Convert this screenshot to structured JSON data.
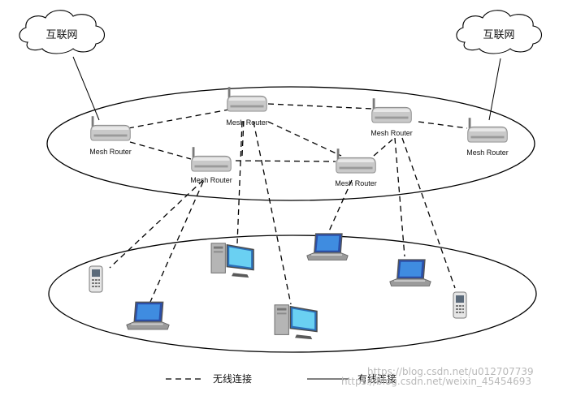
{
  "clouds": [
    {
      "label": "互联网"
    },
    {
      "label": "互联网"
    }
  ],
  "routers": [
    {
      "id": "r_top",
      "label": "Mesh Router"
    },
    {
      "id": "r_left",
      "label": "Mesh Router"
    },
    {
      "id": "r_midleft",
      "label": "Mesh Router"
    },
    {
      "id": "r_topright",
      "label": "Mesh Router"
    },
    {
      "id": "r_mid",
      "label": "Mesh Router"
    },
    {
      "id": "r_right",
      "label": "Mesh Router"
    }
  ],
  "legend": {
    "wireless_label": "无线连接",
    "wired_label": "有线连接"
  },
  "watermark": {
    "line1": "https://blog.csdn.net/u012707739",
    "line2": "https://blog.csdn.net/weixin_45454693"
  }
}
